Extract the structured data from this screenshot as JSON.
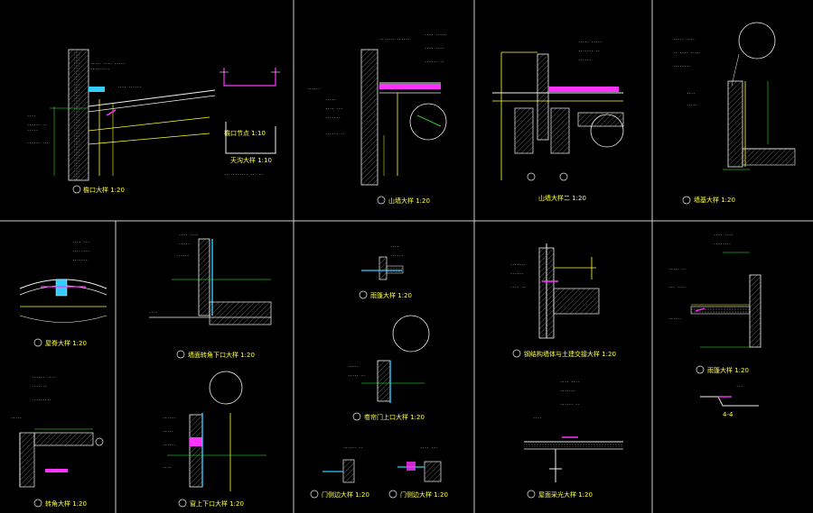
{
  "colors": {
    "background": "#000000",
    "frame": "#d0d0d0",
    "wall": "#f2f2f2",
    "dimension": "#33ff33",
    "construction": "#ffff33",
    "insulation": "#ff33ff",
    "glass": "#33ccff",
    "callout": "#ffffff",
    "hatch": "#8a8a8a",
    "caption": "#ffff44"
  },
  "details": [
    {
      "id": "d1",
      "title": "檐口大样",
      "scale": "1:20"
    },
    {
      "id": "d1b",
      "title": "天沟大样",
      "scale": "1:10"
    },
    {
      "id": "d1c",
      "title": "檐口节点",
      "scale": "1:10"
    },
    {
      "id": "d2",
      "title": "山墙大样",
      "scale": "1:20"
    },
    {
      "id": "d3",
      "title": "山墙大样二",
      "scale": "1:20"
    },
    {
      "id": "d4",
      "title": "墙基大样",
      "scale": "1:20"
    },
    {
      "id": "d5",
      "title": "屋脊大样",
      "scale": "1:20"
    },
    {
      "id": "d6",
      "title": "墙面转角下口大样",
      "scale": "1:20"
    },
    {
      "id": "d7",
      "title": "雨篷大样",
      "scale": "1:20"
    },
    {
      "id": "d8",
      "title": "钢结构墙体与土建交接大样",
      "scale": "1:20"
    },
    {
      "id": "d9",
      "title": "雨篷大样",
      "scale": "1:20"
    },
    {
      "id": "d10",
      "title": "转角大样",
      "scale": "1:20"
    },
    {
      "id": "d11",
      "title": "窗上下口大样",
      "scale": "1:20"
    },
    {
      "id": "d12",
      "title": "卷帘门上口大样",
      "scale": "1:20"
    },
    {
      "id": "d13",
      "title": "门侧边大样",
      "scale": "1:20"
    },
    {
      "id": "d14",
      "title": "门侧边大样",
      "scale": "1:20"
    },
    {
      "id": "d15",
      "title": "屋面采光大样",
      "scale": "1:20"
    },
    {
      "id": "d16",
      "title": "4-4",
      "scale": ""
    }
  ]
}
